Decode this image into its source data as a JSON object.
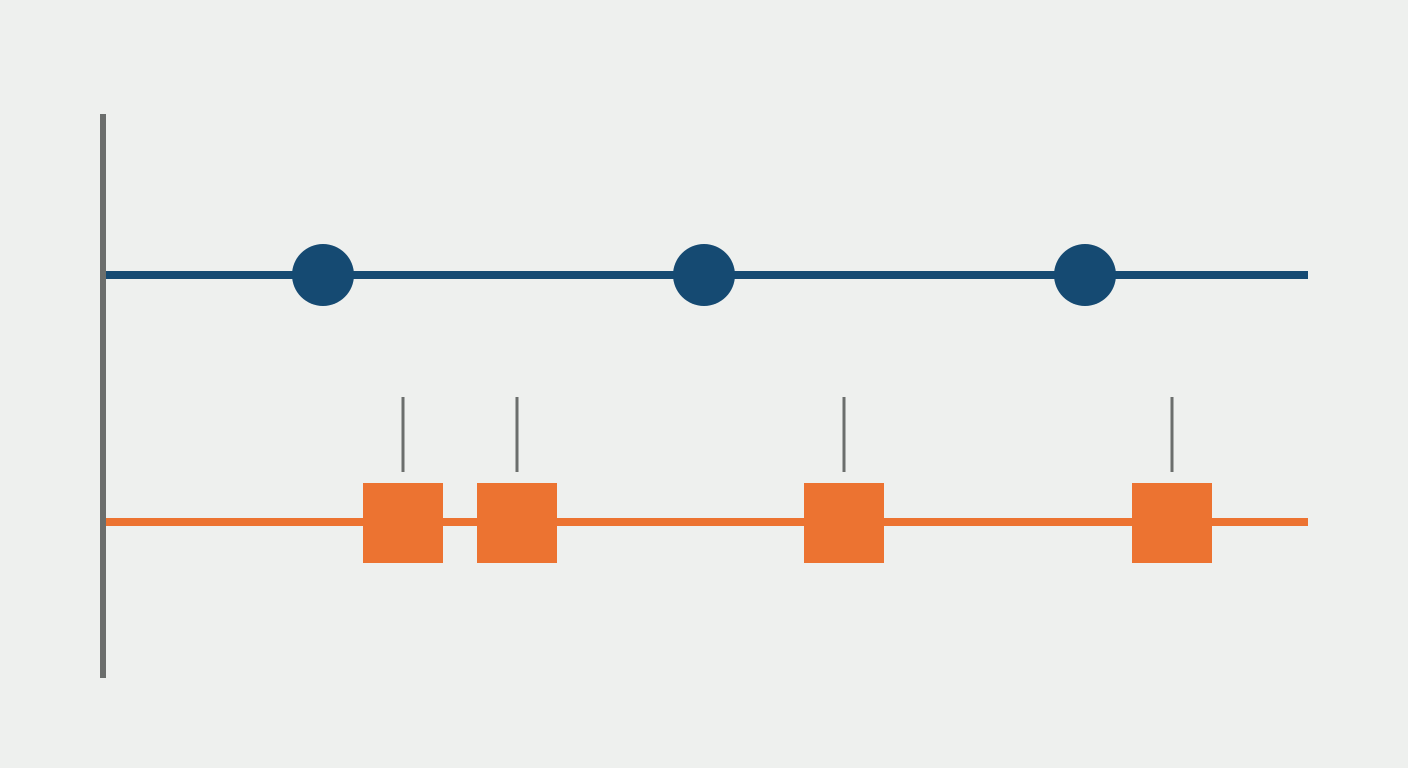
{
  "diagram": {
    "colors": {
      "background": "#eef0ee",
      "axis": "#6b6e6c",
      "blue_track": "#154a72",
      "orange_track": "#ec7331",
      "tick": "#6b6e6c"
    },
    "blue_track": {
      "marker_shape": "circle",
      "marker_count": 3
    },
    "orange_track": {
      "marker_shape": "square",
      "marker_count": 4,
      "each_marker_has_tick_above": true
    }
  }
}
